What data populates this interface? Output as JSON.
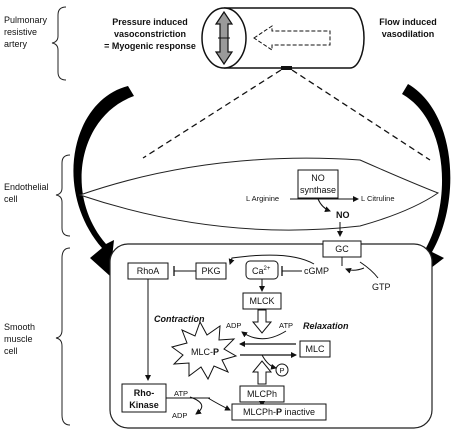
{
  "left_labels": {
    "artery": [
      "Pulmonary",
      "resistive",
      "artery"
    ],
    "endothelial": [
      "Endothelial",
      "cell"
    ],
    "smooth_muscle": [
      "Smooth",
      "muscle",
      "cell"
    ]
  },
  "top": {
    "pressure": [
      "Pressure induced",
      "vasoconstriction",
      "= Myogenic response"
    ],
    "flow": [
      "Flow induced",
      "vasodilation"
    ]
  },
  "endothelial": {
    "enzyme": [
      "NO",
      "synthase"
    ],
    "substrate": "L Arginine",
    "product": "L Citruline",
    "no": "NO"
  },
  "smooth_muscle": {
    "gc": "GC",
    "gtp": "GTP",
    "cgmp": "cGMP",
    "ca": "Ca",
    "ca_sup": "2+",
    "pkg": "PKG",
    "rhoa": "RhoA",
    "mlck": "MLCK",
    "mlc": "MLC",
    "mlcp_prefix": "MLC-",
    "mlcp_suffix": "P",
    "phosphate": "P",
    "mlcph": "MLCPh",
    "mlcph_inactive_prefix": "MLCPh-",
    "mlcph_inactive_p": "P",
    "mlcph_inactive_suffix": " inactive",
    "rho_kinase": [
      "Rho-",
      "Kinase"
    ],
    "contraction": "Contraction",
    "relaxation": "Relaxation",
    "atp": "ATP",
    "adp": "ADP"
  }
}
